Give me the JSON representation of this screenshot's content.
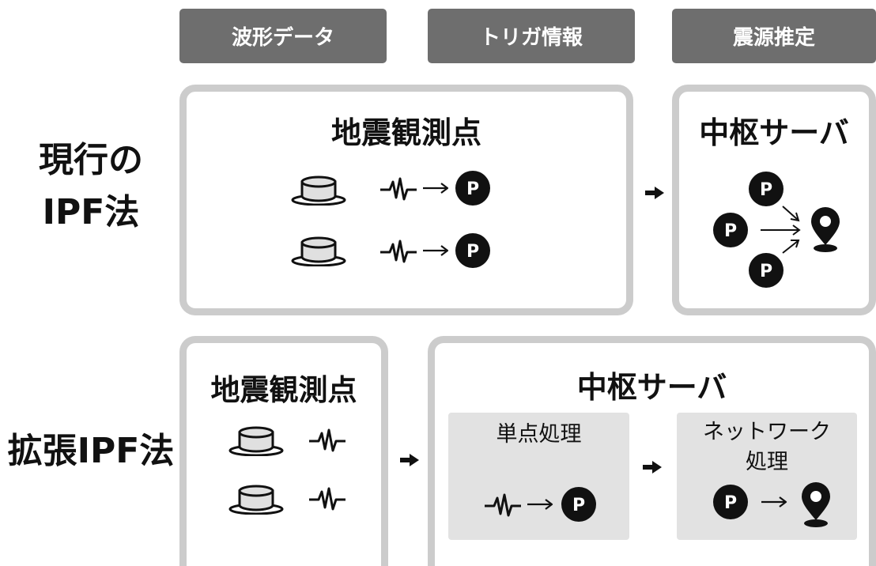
{
  "headers": {
    "waveform": "波形データ",
    "trigger": "トリガ情報",
    "source": "震源推定"
  },
  "row1": {
    "label_line1": "現行の",
    "label_line2": "IPF法",
    "station_title": "地震観測点",
    "server_title": "中枢サーバ"
  },
  "row2": {
    "label": "拡張IPF法",
    "station_title": "地震観測点",
    "server_title": "中枢サーバ",
    "single_title": "単点処理",
    "network_title_line1": "ネットワーク",
    "network_title_line2": "処理"
  },
  "icons": {
    "p_glyph": "P",
    "sensor": "seismometer-icon",
    "wave": "waveform-icon",
    "pin": "location-pin-icon"
  },
  "colors": {
    "header_bg": "#6e6e6e",
    "box_border": "#cccccc",
    "sub_bg": "#e2e2e2",
    "ink": "#111111"
  }
}
